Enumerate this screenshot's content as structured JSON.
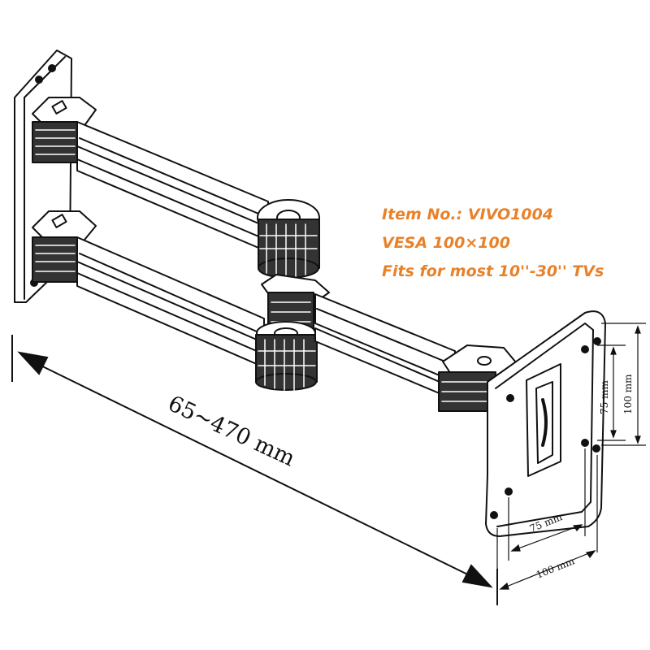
{
  "specs": {
    "item_no": "Item No.: VIVO1004",
    "vesa": "VESA 100×100",
    "fits": "Fits for most 10''-30'' TVs"
  },
  "dimensions": {
    "reach": "65~470 mm",
    "v_small": "75 mm",
    "v_large": "100 mm",
    "h_small": "75 mm",
    "h_large": "100 mm"
  },
  "colors": {
    "accent": "#e8822a",
    "line": "#111111"
  }
}
